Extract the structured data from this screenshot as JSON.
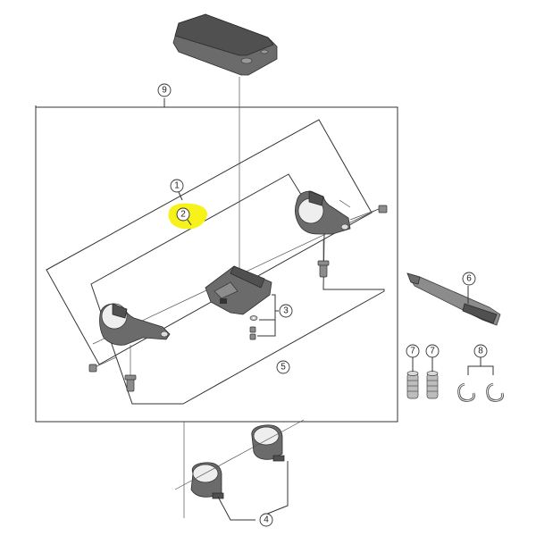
{
  "callouts": {
    "c1": "1",
    "c2": "2",
    "c3": "3",
    "c4": "4",
    "c5": "5",
    "c6": "6",
    "c7a": "7",
    "c7b": "7",
    "c8": "8",
    "c9": "9"
  },
  "highlight_color": "#f6f21a"
}
